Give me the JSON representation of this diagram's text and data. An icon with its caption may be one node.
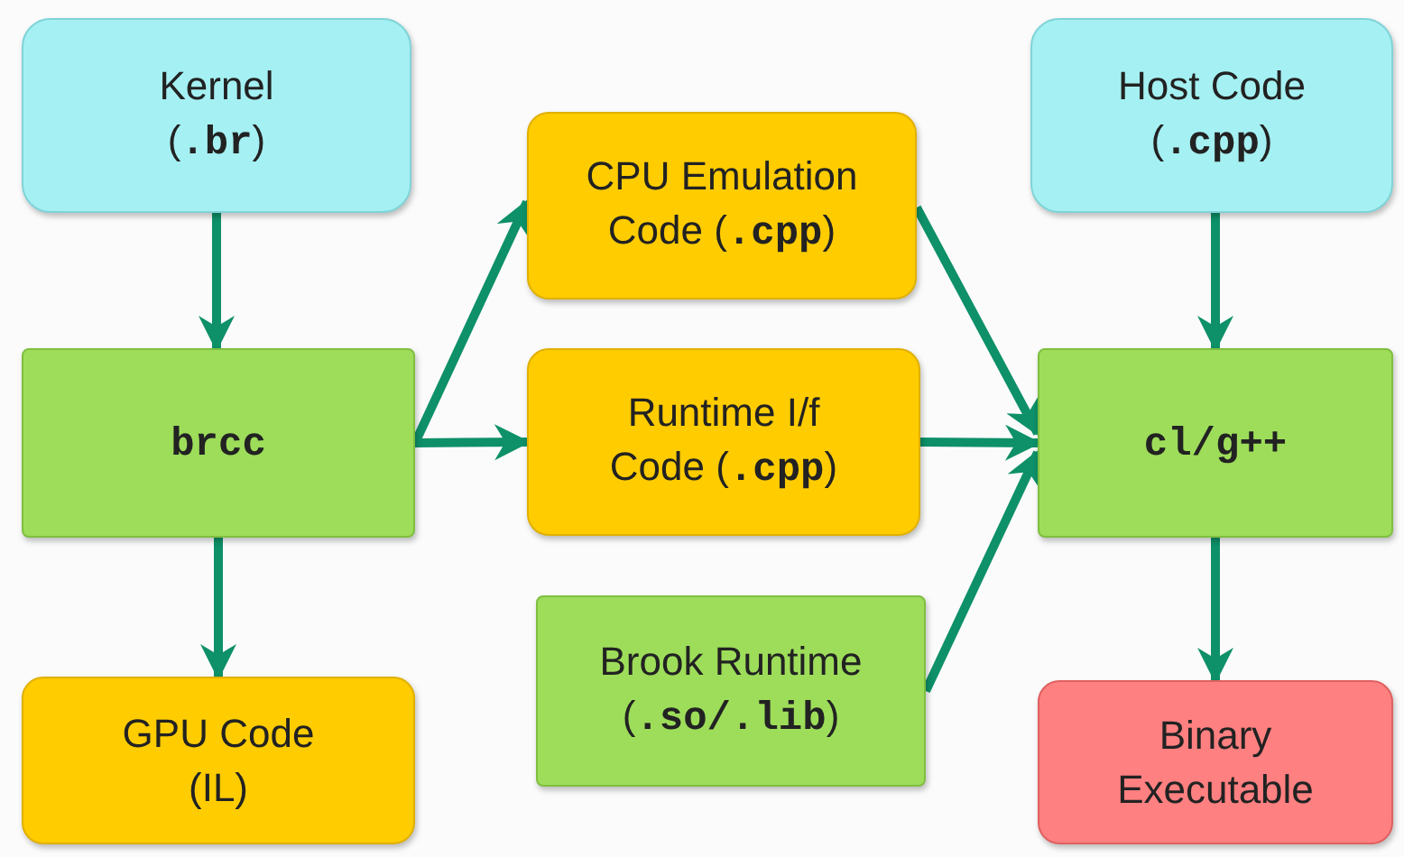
{
  "diagram": {
    "nodes": [
      {
        "text": [
          "Kernel (.br)"
        ]
      },
      {
        "text": [
          "Host Code (.cpp)"
        ]
      },
      {
        "text": [
          "CPU Emulation Code (.cpp)"
        ]
      },
      {
        "text": [
          "brcc"
        ]
      },
      {
        "text": [
          "Runtime I/f Code (.cpp)"
        ]
      },
      {
        "text": [
          "cl/g++"
        ]
      },
      {
        "text": [
          "Brook Runtime (.so/.lib)"
        ]
      },
      {
        "text": [
          "GPU Code (IL)"
        ]
      },
      {
        "text": [
          "Binary Executable"
        ]
      }
    ],
    "edges": [
      {
        "from": 0,
        "to": 3,
        "arrow": "to"
      },
      {
        "from": 3,
        "to": 7,
        "arrow": "to"
      },
      {
        "from": 3,
        "to": 2,
        "arrow": "to"
      },
      {
        "from": 3,
        "to": 4,
        "arrow": "to"
      },
      {
        "from": 2,
        "to": 5,
        "arrow": "to"
      },
      {
        "from": 4,
        "to": 5,
        "arrow": "to"
      },
      {
        "from": 6,
        "to": 5,
        "arrow": "to"
      },
      {
        "from": 1,
        "to": 5,
        "arrow": "to"
      },
      {
        "from": 5,
        "to": 8,
        "arrow": "to"
      }
    ]
  }
}
